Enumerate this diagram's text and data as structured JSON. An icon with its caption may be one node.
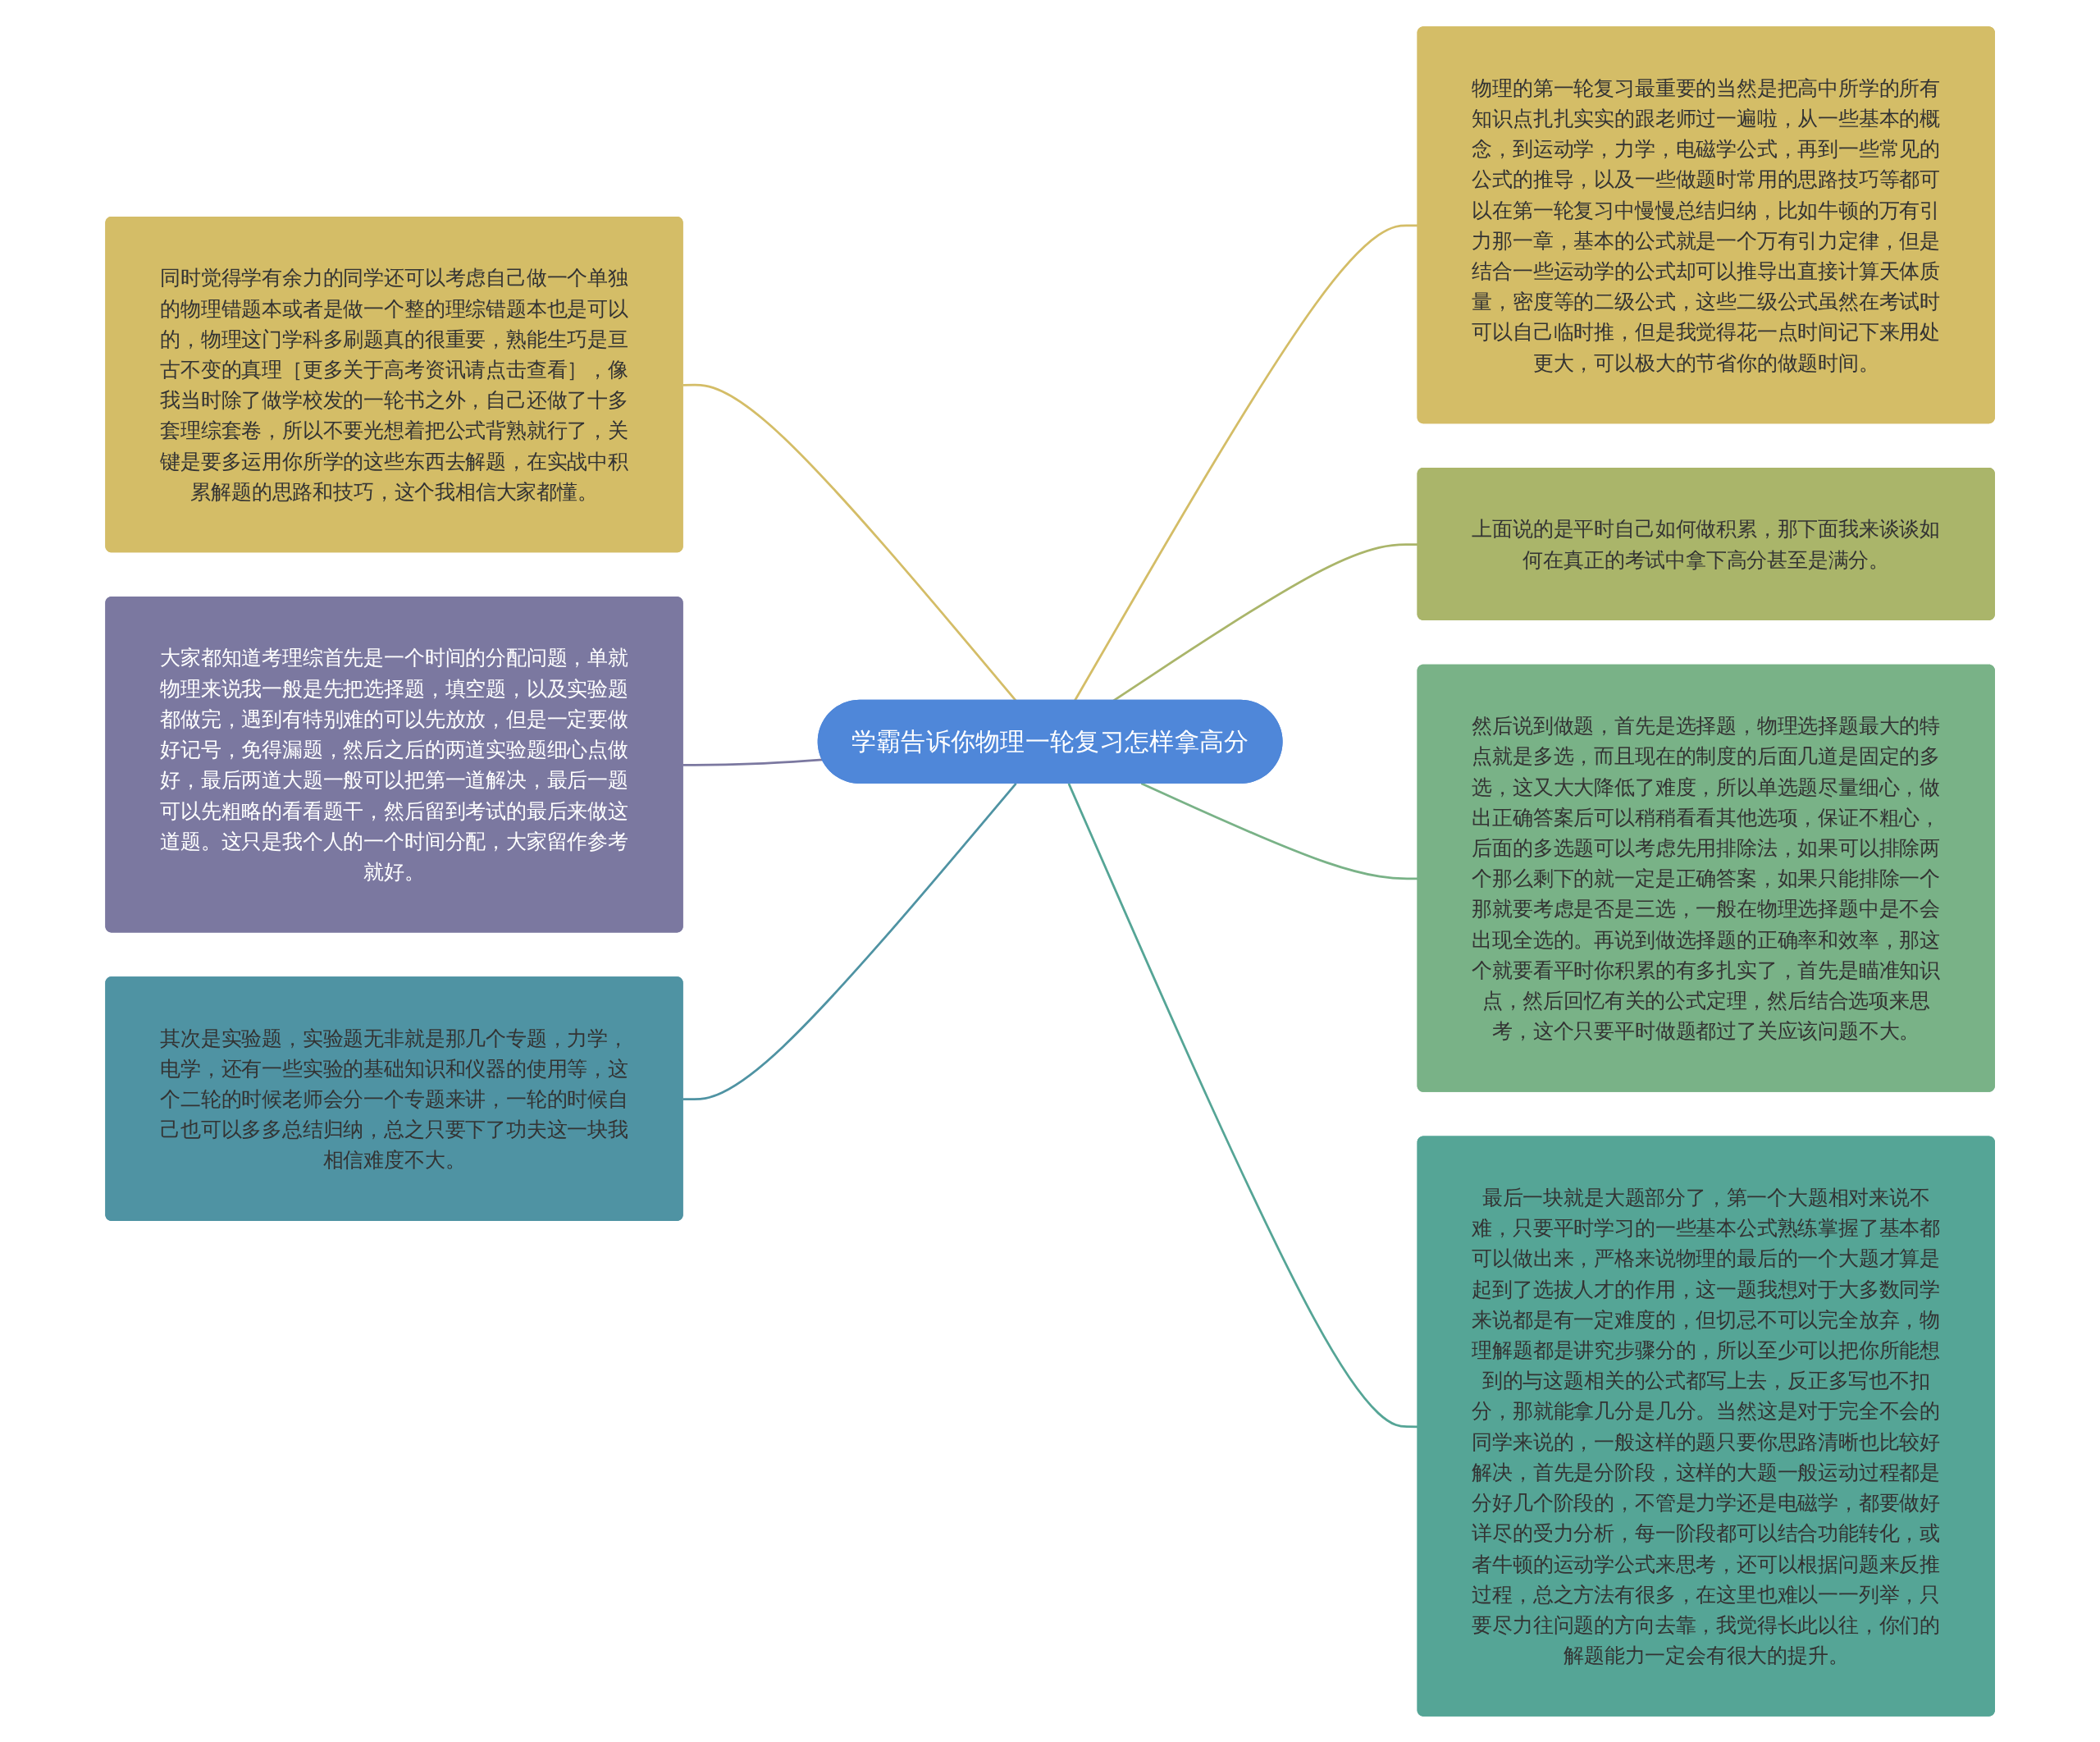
{
  "diagram": {
    "nodes": [
      {
        "text": [
          "学霸告诉你物理一轮复习怎样拿高分"
        ]
      },
      {
        "text": [
          "物理的第一轮复习最重要的当然是把高中所学的所有知识点扎扎实实的跟老师过一遍啦，从一些基本的概念，到运动学，力学，电磁学公式，再到一些常见的公式的推导，以及一些做题时常用的思路技巧等都可以在第一轮复习中慢慢总结归纳，比如牛顿的万有引力那一章，基本的公式就是一个万有引力定律，但是结合一些运动学的公式却可以推导出直接计算天体质量，密度等的二级公式，这些二级公式虽然在考试时可以自己临时推，但是我觉得花一点时间记下来用处更大，可以极大的节省你的做题时间。"
        ]
      },
      {
        "text": [
          "上面说的是平时自己如何做积累，那下面我来谈谈如何在真正的考试中拿下高分甚至是满分。"
        ]
      },
      {
        "text": [
          "然后说到做题，首先是选择题，物理选择题最大的特点就是多选，而且现在的制度的后面几道是固定的多选，这又大大降低了难度，所以单选题尽量细心，做出正确答案后可以稍稍看看其他选项，保证不粗心，后面的多选题可以考虑先用排除法，如果可以排除两个那么剩下的就一定是正确答案，如果只能排除一个那就要考虑是否是三选，一般在物理选择题中是不会出现全选的。再说到做选择题的正确率和效率，那这个就要看平时你积累的有多扎实了，首先是瞄准知识点，然后回忆有关的公式定理，然后结合选项来思考，这个只要平时做题都过了关应该问题不大。"
        ]
      },
      {
        "text": [
          "最后一块就是大题部分了，第一个大题相对来说不难，只要平时学习的一些基本公式熟练掌握了基本都可以做出来，严格来说物理的最后的一个大题才算是起到了选拔人才的作用，这一题我想对于大多数同学来说都是有一定难度的，但切忌不可以完全放弃，物理解题都是讲究步骤分的，所以至少可以把你所能想到的与这题相关的公式都写上去，反正多写也不扣分，那就能拿几分是几分。当然这是对于完全不会的同学来说的，一般这样的题只要你思路清晰也比较好解决，首先是分阶段，这样的大题一般运动过程都是分好几个阶段的，不管是力学还是电磁学，都要做好详尽的受力分析，每一阶段都可以结合功能转化，或者牛顿的运动学公式来思考，还可以根据问题来反推过程，总之方法有很多，在这里也难以一一列举，只要尽力往问题的方向去靠，我觉得长此以往，你们的解题能力一定会有很大的提升。"
        ]
      },
      {
        "text": [
          "同时觉得学有余力的同学还可以考虑自己做一个单独的物理错题本或者是做一个整的理综错题本也是可以的，物理这门学科多刷题真的很重要，熟能生巧是亘古不变的真理［更多关于高考资讯请点击查看］，像我当时除了做学校发的一轮书之外，自己还做了十多套理综套卷，所以不要光想着把公式背熟就行了，关键是要多运用你所学的这些东西去解题，在实战中积累解题的思路和技巧，这个我相信大家都懂。"
        ]
      },
      {
        "text": [
          "大家都知道考理综首先是一个时间的分配问题，单就物理来说我一般是先把选择题，填空题，以及实验题都做完，遇到有特别难的可以先放放，但是一定要做好记号，免得漏题，然后之后的两道实验题细心点做好，最后两道大题一般可以把第一道解决，最后一题可以先粗略的看看题干，然后留到考试的最后来做这道题。这只是我个人的一个时间分配，大家留作参考就好。"
        ]
      },
      {
        "text": [
          "其次是实验题，实验题无非就是那几个专题，力学，电学，还有一些实验的基础知识和仪器的使用等，这个二轮的时候老师会分一个专题来讲，一轮的时候自己也可以多多总结归纳，总之只要下了功夫这一块我相信难度不大。"
        ]
      }
    ],
    "edges": [
      {
        "from": 0,
        "to": 1,
        "arrow": "none",
        "color": "#d4bd67"
      },
      {
        "from": 0,
        "to": 2,
        "arrow": "none",
        "color": "#aab56a"
      },
      {
        "from": 0,
        "to": 3,
        "arrow": "none",
        "color": "#79b287"
      },
      {
        "from": 0,
        "to": 4,
        "arrow": "none",
        "color": "#55a596"
      },
      {
        "from": 5,
        "to": 0,
        "arrow": "none",
        "color": "#d4bd67"
      },
      {
        "from": 6,
        "to": 0,
        "arrow": "none",
        "color": "#7b78a0"
      },
      {
        "from": 7,
        "to": 0,
        "arrow": "none",
        "color": "#4f93a3"
      }
    ]
  }
}
